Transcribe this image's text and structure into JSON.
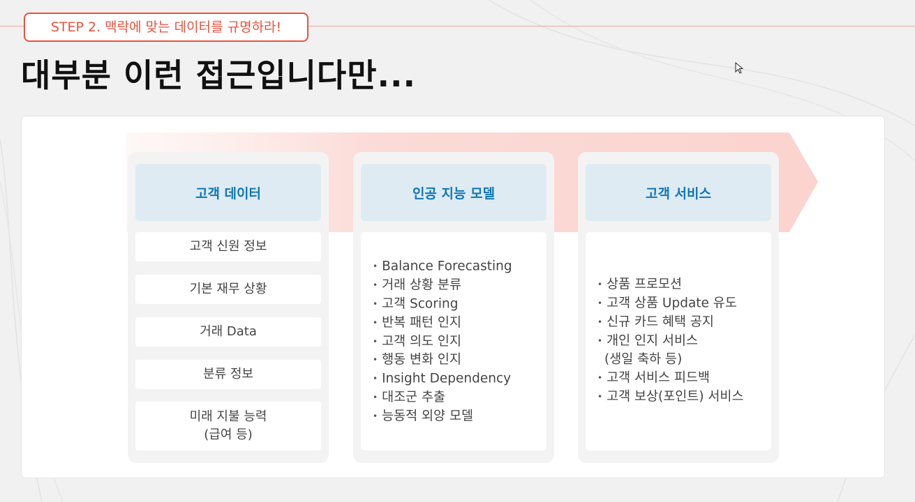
{
  "step_badge": "STEP 2. 맥락에 맞는 데이터를 규명하라!",
  "page_title": "대부분 이런 접근입니다만...",
  "columns": [
    {
      "header": "고객 데이터",
      "items": [
        "고객 신원 정보",
        "기본 재무 상황",
        "거래 Data",
        "분류 정보",
        "미래 지불 능력\n(급여 등)"
      ]
    },
    {
      "header": "인공 지능 모델",
      "items": [
        "Balance Forecasting",
        "거래 상황 분류",
        "고객 Scoring",
        "반복 패턴 인지",
        "고객 의도 인지",
        "행동 변화 인지",
        "Insight Dependency",
        "대조군 추출",
        "능동적 외양 모델"
      ]
    },
    {
      "header": "고객 서비스",
      "items": [
        "상품 프로모션",
        "고객 상품 Update 유도",
        "신규 카드 혜택 공지",
        "개인 인지 서비스",
        "(생일 축하 등)",
        "고객 서비스 피드백",
        "고객 보상(포인트) 서비스"
      ]
    }
  ],
  "bullet": "•",
  "colors": {
    "accent": "#e8523d",
    "header_bg": "#deebf3",
    "header_text": "#0d76b8",
    "arrow": "#fbd3cf"
  },
  "icons": {
    "cursor": "mouse-pointer-icon",
    "arrow": "right-arrow-banner"
  }
}
